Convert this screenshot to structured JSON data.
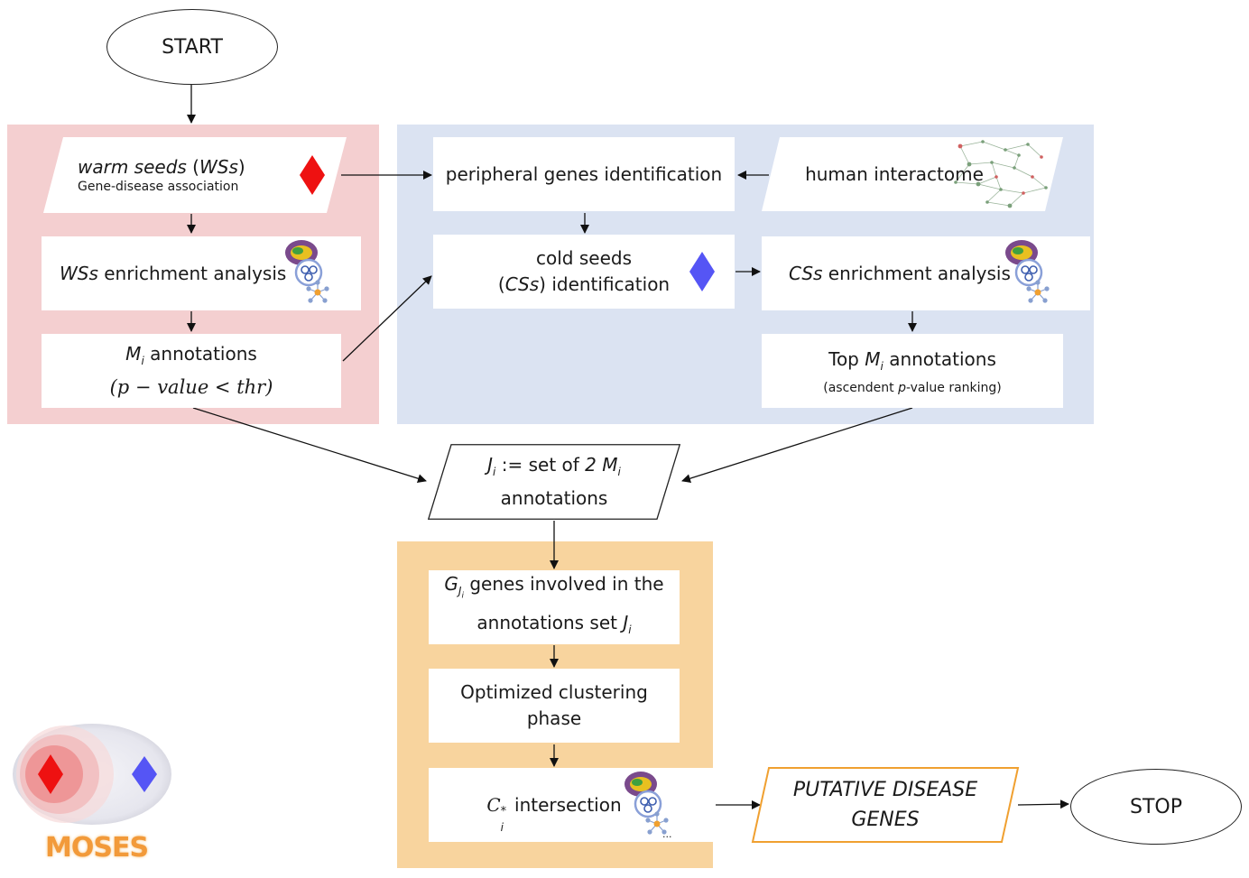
{
  "nodes": {
    "start": "START",
    "stop": "STOP",
    "warm_seeds": {
      "italic": "warm seeds",
      "paren_open": " (",
      "abbr": "WSs",
      "paren_close": ")",
      "sub": "Gene-disease association"
    },
    "ws_enrichment": {
      "abbr": "WSs",
      "rest": " enrichment analysis"
    },
    "mi_annotations": {
      "m": "M",
      "sub": "i",
      "rest": " annotations",
      "formula": "(p − value < thr)"
    },
    "peripheral": "peripheral genes identification",
    "human_interactome": "human interactome",
    "cold_seeds": {
      "line1": "cold seeds",
      "open": "(",
      "abbr": "CSs",
      "rest": ") identification"
    },
    "cs_enrichment": {
      "abbr": "CSs",
      "rest": " enrichment analysis"
    },
    "top_mi": {
      "top": "Top ",
      "m": "M",
      "sub": "i",
      "rest": " annotations",
      "note_open": "(ascendent ",
      "note_p": "p",
      "note_rest": "-value ranking)"
    },
    "ji_set": {
      "j": "J",
      "sub": "i",
      "mid": " := set of ",
      "two": "2 M",
      "sub2": "i",
      "line2": "annotations"
    },
    "gji": {
      "g": "G",
      "sub": "J",
      "subsub": "i",
      "rest": " genes involved in the",
      "line2": "annotations set ",
      "j": "J",
      "sub2": "i"
    },
    "optimized": {
      "line1": "Optimized clustering",
      "line2": "phase"
    },
    "ci_intersection": {
      "c": "C",
      "sup": "*",
      "sub": "i",
      "rest": " intersection",
      "dots": "..."
    },
    "putative": {
      "line1": "PUTATIVE DISEASE",
      "line2": "GENES"
    }
  },
  "legend": {
    "label": "MOSES"
  },
  "colors": {
    "panel_red": "#f4cfd0",
    "panel_blue": "#dbe3f2",
    "panel_orange": "#f8d49e",
    "diamond_red": "#ee1111",
    "diamond_blue": "#5555f5",
    "putative_border": "#f0a030",
    "moses_text": "#f29a3a"
  },
  "icons": [
    "diamond-red-icon",
    "diamond-blue-icon",
    "enrichment-logo-icon",
    "network-graph-icon"
  ]
}
